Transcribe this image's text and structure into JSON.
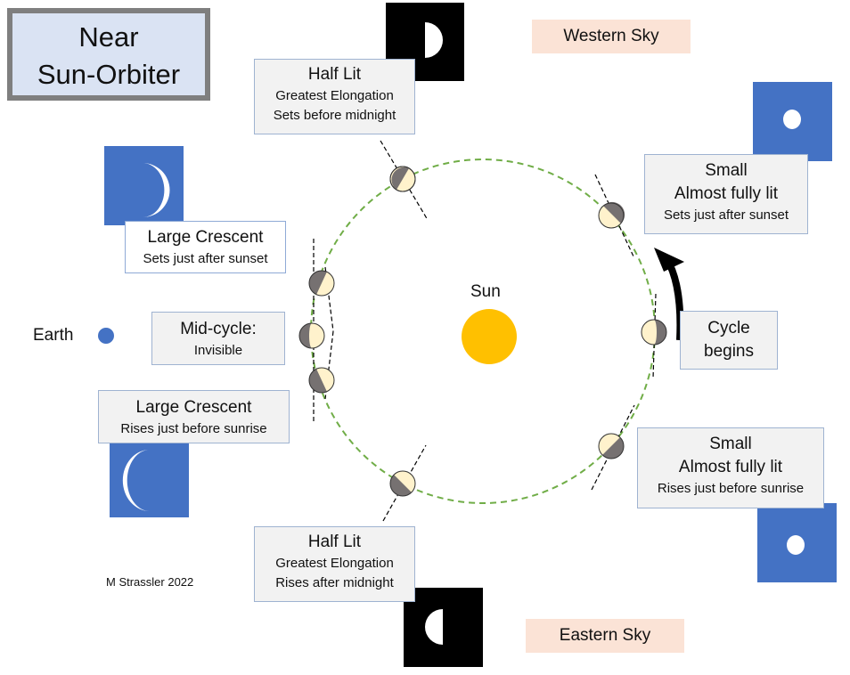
{
  "title": {
    "line1": "Near",
    "line2": "Sun-Orbiter"
  },
  "sky_labels": {
    "west": "Western Sky",
    "east": "Eastern Sky"
  },
  "center": {
    "sun_label": "Sun",
    "earth_label": "Earth"
  },
  "boxes": {
    "half_lit_top": {
      "l1": "Half Lit",
      "l2": "Greatest Elongation",
      "l3": "Sets before midnight"
    },
    "small_top": {
      "l1": "Small",
      "l2": "Almost fully lit",
      "l3": "Sets just after sunset"
    },
    "large_crescent_top": {
      "l1": "Large Crescent",
      "l2": "Sets just after sunset"
    },
    "mid_cycle": {
      "l1": "Mid-cycle:",
      "l2": "Invisible"
    },
    "cycle_begins": {
      "l1": "Cycle",
      "l2": "begins"
    },
    "large_crescent_bottom": {
      "l1": "Large Crescent",
      "l2": "Rises just before sunrise"
    },
    "small_bottom": {
      "l1": "Small",
      "l2": "Almost fully lit",
      "l3": "Rises just before sunrise"
    },
    "half_lit_bottom": {
      "l1": "Half Lit",
      "l2": "Greatest Elongation",
      "l3": "Rises after midnight"
    }
  },
  "credit": "M Strassler 2022",
  "colors": {
    "sun": "#ffc000",
    "earth": "#4472c4",
    "orbit": "#70ad47",
    "planet_lit": "#fff2cc",
    "planet_dark": "#767171",
    "sky_blue": "#4472c4",
    "sky_black": "#000000"
  },
  "icons": {
    "cycle_arrow": "curved-arrow-icon",
    "sky_views": [
      "half-moon-icon",
      "crescent-icon",
      "gibbous-dot-icon"
    ]
  }
}
